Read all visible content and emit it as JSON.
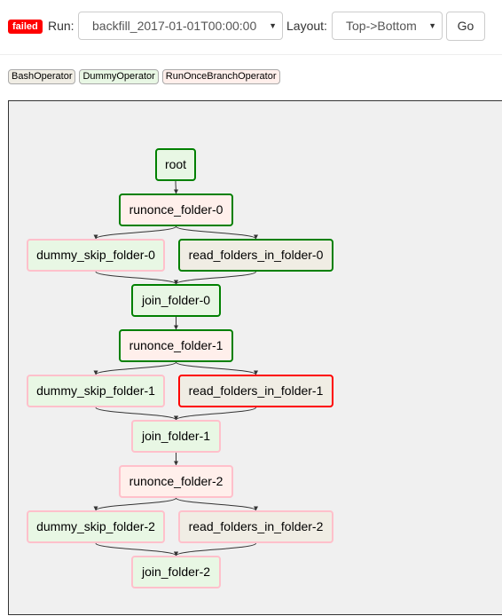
{
  "header": {
    "state_badge": "failed",
    "run_label": "Run:",
    "run_value": "backfill_2017-01-01T00:00:00",
    "layout_label": "Layout:",
    "layout_value": "Top->Bottom",
    "go_label": "Go"
  },
  "legend": [
    {
      "label": "BashOperator",
      "color": "#f0ede4"
    },
    {
      "label": "DummyOperator",
      "color": "#e8f7e4"
    },
    {
      "label": "RunOnceBranchOperator",
      "color": "#ffefeb"
    }
  ],
  "colors": {
    "success": "#008000",
    "failed": "#ff0000",
    "upstream_failed": "#ffc0cb",
    "graph_background": "#f0f0f0"
  },
  "graph": {
    "nodes": [
      {
        "id": "root",
        "label": "root",
        "state": "success",
        "operator": "DummyOperator"
      },
      {
        "id": "runonce_folder-0",
        "label": "runonce_folder-0",
        "state": "success",
        "operator": "RunOnceBranchOperator"
      },
      {
        "id": "dummy_skip_folder-0",
        "label": "dummy_skip_folder-0",
        "state": "upstream_failed",
        "operator": "DummyOperator"
      },
      {
        "id": "read_folders_in_folder-0",
        "label": "read_folders_in_folder-0",
        "state": "success",
        "operator": "BashOperator"
      },
      {
        "id": "join_folder-0",
        "label": "join_folder-0",
        "state": "success",
        "operator": "DummyOperator"
      },
      {
        "id": "runonce_folder-1",
        "label": "runonce_folder-1",
        "state": "success",
        "operator": "RunOnceBranchOperator"
      },
      {
        "id": "dummy_skip_folder-1",
        "label": "dummy_skip_folder-1",
        "state": "upstream_failed",
        "operator": "DummyOperator"
      },
      {
        "id": "read_folders_in_folder-1",
        "label": "read_folders_in_folder-1",
        "state": "failed",
        "operator": "BashOperator"
      },
      {
        "id": "join_folder-1",
        "label": "join_folder-1",
        "state": "upstream_failed",
        "operator": "DummyOperator"
      },
      {
        "id": "runonce_folder-2",
        "label": "runonce_folder-2",
        "state": "upstream_failed",
        "operator": "RunOnceBranchOperator"
      },
      {
        "id": "dummy_skip_folder-2",
        "label": "dummy_skip_folder-2",
        "state": "upstream_failed",
        "operator": "DummyOperator"
      },
      {
        "id": "read_folders_in_folder-2",
        "label": "read_folders_in_folder-2",
        "state": "upstream_failed",
        "operator": "BashOperator"
      },
      {
        "id": "join_folder-2",
        "label": "join_folder-2",
        "state": "upstream_failed",
        "operator": "DummyOperator"
      }
    ],
    "edges": [
      [
        "root",
        "runonce_folder-0"
      ],
      [
        "runonce_folder-0",
        "dummy_skip_folder-0"
      ],
      [
        "runonce_folder-0",
        "read_folders_in_folder-0"
      ],
      [
        "dummy_skip_folder-0",
        "join_folder-0"
      ],
      [
        "read_folders_in_folder-0",
        "join_folder-0"
      ],
      [
        "join_folder-0",
        "runonce_folder-1"
      ],
      [
        "runonce_folder-1",
        "dummy_skip_folder-1"
      ],
      [
        "runonce_folder-1",
        "read_folders_in_folder-1"
      ],
      [
        "dummy_skip_folder-1",
        "join_folder-1"
      ],
      [
        "read_folders_in_folder-1",
        "join_folder-1"
      ],
      [
        "join_folder-1",
        "runonce_folder-2"
      ],
      [
        "runonce_folder-2",
        "dummy_skip_folder-2"
      ],
      [
        "runonce_folder-2",
        "read_folders_in_folder-2"
      ],
      [
        "dummy_skip_folder-2",
        "join_folder-2"
      ],
      [
        "read_folders_in_folder-2",
        "join_folder-2"
      ]
    ]
  }
}
